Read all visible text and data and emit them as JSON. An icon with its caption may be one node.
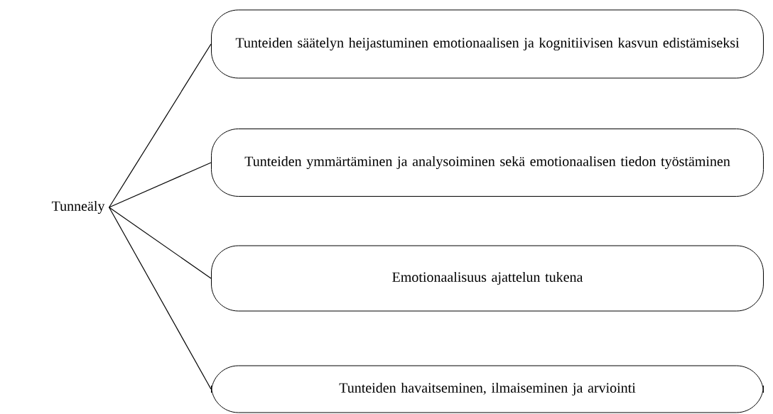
{
  "diagram": {
    "nodes": [
      {
        "text": [
          "Tunneäly"
        ]
      },
      {
        "text": [
          "Tunteiden säätelyn heijastuminen emotionaalisen ja kognitiivisen kasvun edistämiseksi"
        ]
      },
      {
        "text": [
          "Tunteiden ymmärtäminen ja analysoiminen sekä emotionaalisen tiedon työstäminen"
        ]
      },
      {
        "text": [
          "Emotionaalisuus ajattelun tukena"
        ]
      },
      {
        "text": [
          "Tunteiden havaitseminen, ilmaiseminen ja arviointi"
        ]
      }
    ],
    "edges": [
      {
        "from": 0,
        "to": 1,
        "arrow": "none"
      },
      {
        "from": 0,
        "to": 2,
        "arrow": "none"
      },
      {
        "from": 0,
        "to": 3,
        "arrow": "none"
      },
      {
        "from": 0,
        "to": 4,
        "arrow": "none"
      }
    ]
  }
}
